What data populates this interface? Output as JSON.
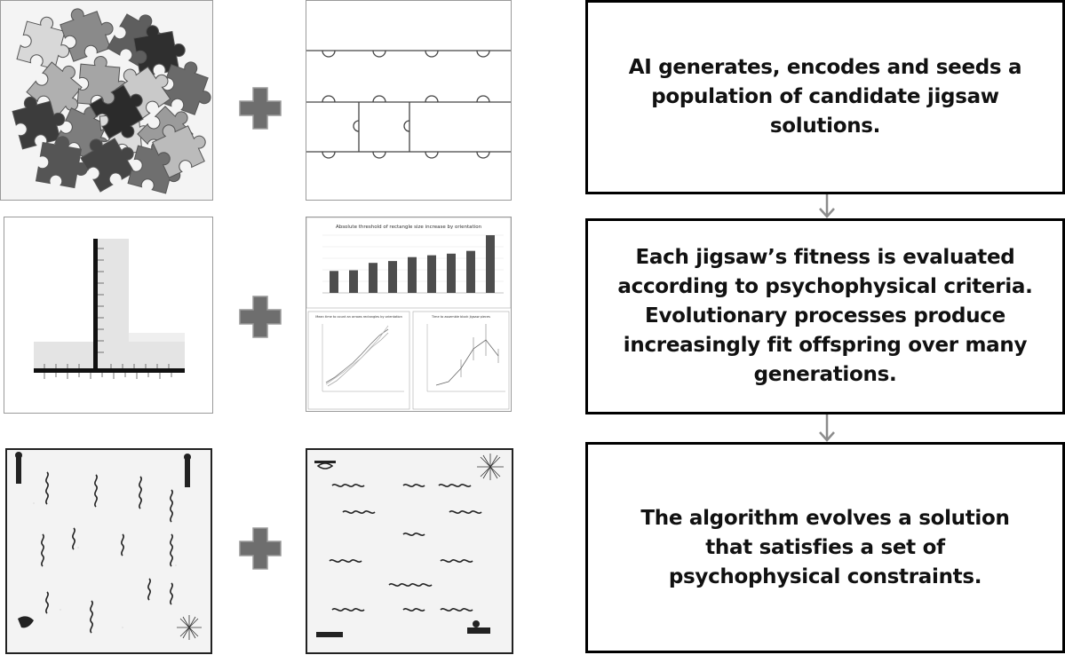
{
  "colors": {
    "plus_fill": "#6e6e6e",
    "arrow": "#8c8c8c",
    "box_border": "#000000",
    "piece_dark": "#3a3a3a",
    "piece_mid": "#7a7a7a",
    "piece_light": "#bdbdbd",
    "bar_fill": "#4d4d4d"
  },
  "steps": [
    {
      "text": "AI generates, encodes and seeds a\npopulation of candidate jigsaw\nsolutions."
    },
    {
      "text": "Each jigsaw’s fitness is evaluated\naccording to psychophysical criteria.\nEvolutionary processes produce\nincreasingly fit offspring over many\ngenerations."
    },
    {
      "text": "The algorithm evolves a solution\nthat satisfies a set of\npsychophysical constraints."
    }
  ],
  "thumbnails": {
    "bar_chart": {
      "title": "Absolute threshold of rectangle size increase by orientation",
      "values": [
        0.95,
        0.98,
        1.3,
        1.38,
        1.55,
        1.63,
        1.7,
        1.82,
        2.5
      ]
    },
    "line_chart_left": {
      "title": "Mean time to count an arrows rectangles by orientation"
    },
    "line_chart_right": {
      "title": "Time to assemble block jigsaw pieces"
    }
  }
}
